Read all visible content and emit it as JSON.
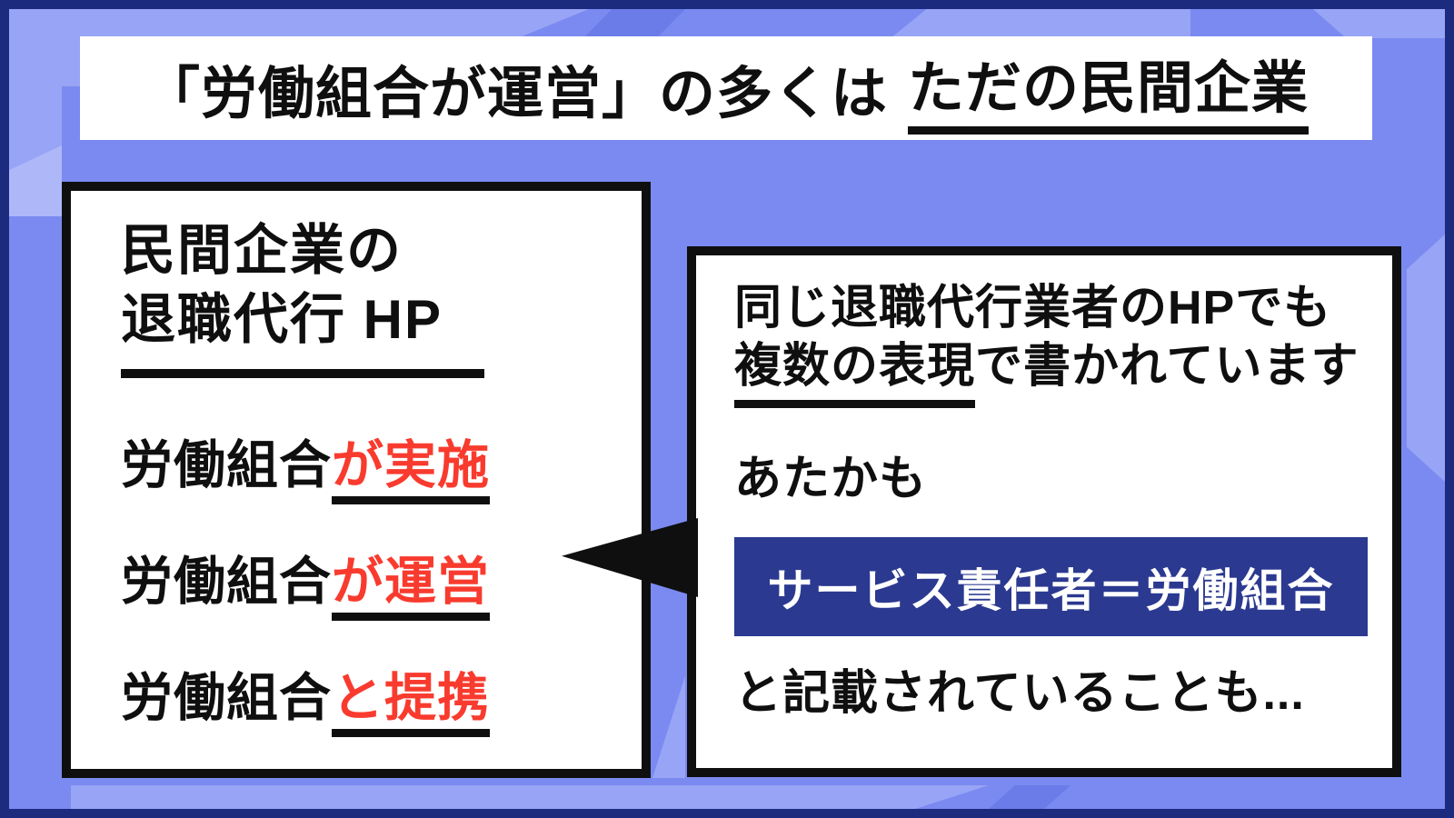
{
  "colors": {
    "bg": "#7b8af0",
    "bg_light": "#98a4f5",
    "bg_lighter": "#aeb8f8",
    "bg_dark": "#6b7ce9",
    "frame": "#1c2b7d",
    "badge": "#2b3990",
    "accent_red": "#f83b2e",
    "ink": "#0f0f0f",
    "panel": "#ffffff"
  },
  "title": {
    "plain": "「労働組合が運営」の多くは",
    "emphasis": "ただの民間企業"
  },
  "left_panel": {
    "heading_line1": "民間企業の",
    "heading_line2": "退職代行 HP",
    "items": [
      {
        "prefix": "労働組合",
        "highlight": "が実施"
      },
      {
        "prefix": "労働組合",
        "highlight": "が運営"
      },
      {
        "prefix": "労働組合",
        "highlight": "と提携"
      }
    ]
  },
  "right_panel": {
    "intro_line1": "同じ退職代行業者のHPでも",
    "intro_underlined": "複数の表現",
    "intro_line2_rest": "で書かれています",
    "lead": "あたかも",
    "badge": "サービス責任者＝労働組合",
    "outro": "と記載されていることも..."
  }
}
